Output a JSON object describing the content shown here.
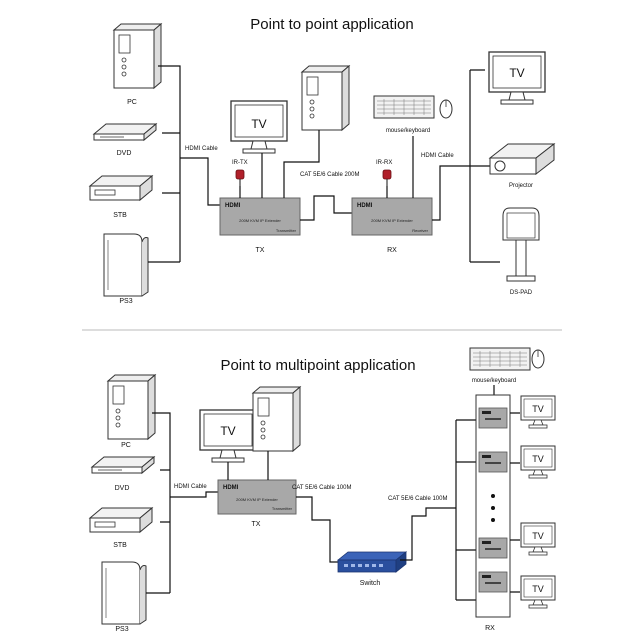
{
  "sections": {
    "top": {
      "title": "Point to point application"
    },
    "bottom": {
      "title": "Point to multipoint  application"
    }
  },
  "sources": {
    "pc": "PC",
    "dvd": "DVD",
    "stb": "STB",
    "ps3": "PS3"
  },
  "displays": {
    "tv": "TV",
    "projector": "Projector",
    "dspad": "DS-PAD"
  },
  "cables": {
    "hdmi": "HDMI Cable",
    "cat_200m": "CAT 5E/6 Cable 200M",
    "cat_100m": "CAT 5E/6 Cable 100M"
  },
  "ir": {
    "tx": "IR-TX",
    "rx": "IR-RX"
  },
  "peripherals": {
    "mouse_keyboard": "mouse/keyboard"
  },
  "units": {
    "tx": "TX",
    "rx": "RX",
    "switch": "Switch",
    "brand": "HDMI",
    "model": "200M KVM IP Extender",
    "transmitter": "Transmitter",
    "receiver": "Receiver"
  },
  "colors": {
    "ir_red": "#b0202a",
    "switch_blue": "#2a4f9e",
    "box_gray": "#a8a8a8"
  }
}
